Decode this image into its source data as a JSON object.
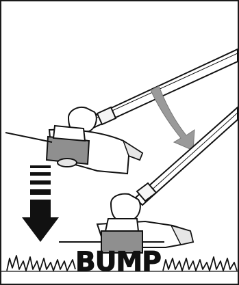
{
  "illustration": {
    "label": "BUMP",
    "depicts": [
      "trimmer-before-tap",
      "trimmer-tapping-ground",
      "motion-arrow",
      "down-arrow",
      "grass-line"
    ]
  },
  "colors": {
    "ink": "#111111",
    "head_gray": "#8f8f8f",
    "guard_gray": "#e6e6e6",
    "arrow_gray": "#9a9a9a",
    "paper": "#ffffff"
  }
}
